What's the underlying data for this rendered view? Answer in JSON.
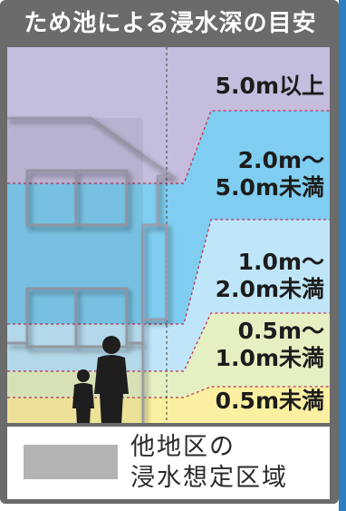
{
  "title": "ため池による浸水深の目安",
  "levels": [
    {
      "lines": [
        "5.0m以上"
      ],
      "color": "#c4bddd"
    },
    {
      "lines": [
        "2.0m～",
        "5.0m未満"
      ],
      "color": "#7fcdf0"
    },
    {
      "lines": [
        "1.0m～",
        "2.0m未満"
      ],
      "color": "#bfe6f8"
    },
    {
      "lines": [
        "0.5m～",
        "1.0m未満"
      ],
      "color": "#e5f0c2"
    },
    {
      "lines": [
        "0.5m未満"
      ],
      "color": "#fbf0a1"
    }
  ],
  "legend": {
    "swatch_color": "#b3b3b6",
    "lines": [
      "他地区の",
      "浸水想定区域"
    ]
  },
  "figures_icon": "people-silhouette-icon",
  "building_icon": "house-silhouette-icon"
}
